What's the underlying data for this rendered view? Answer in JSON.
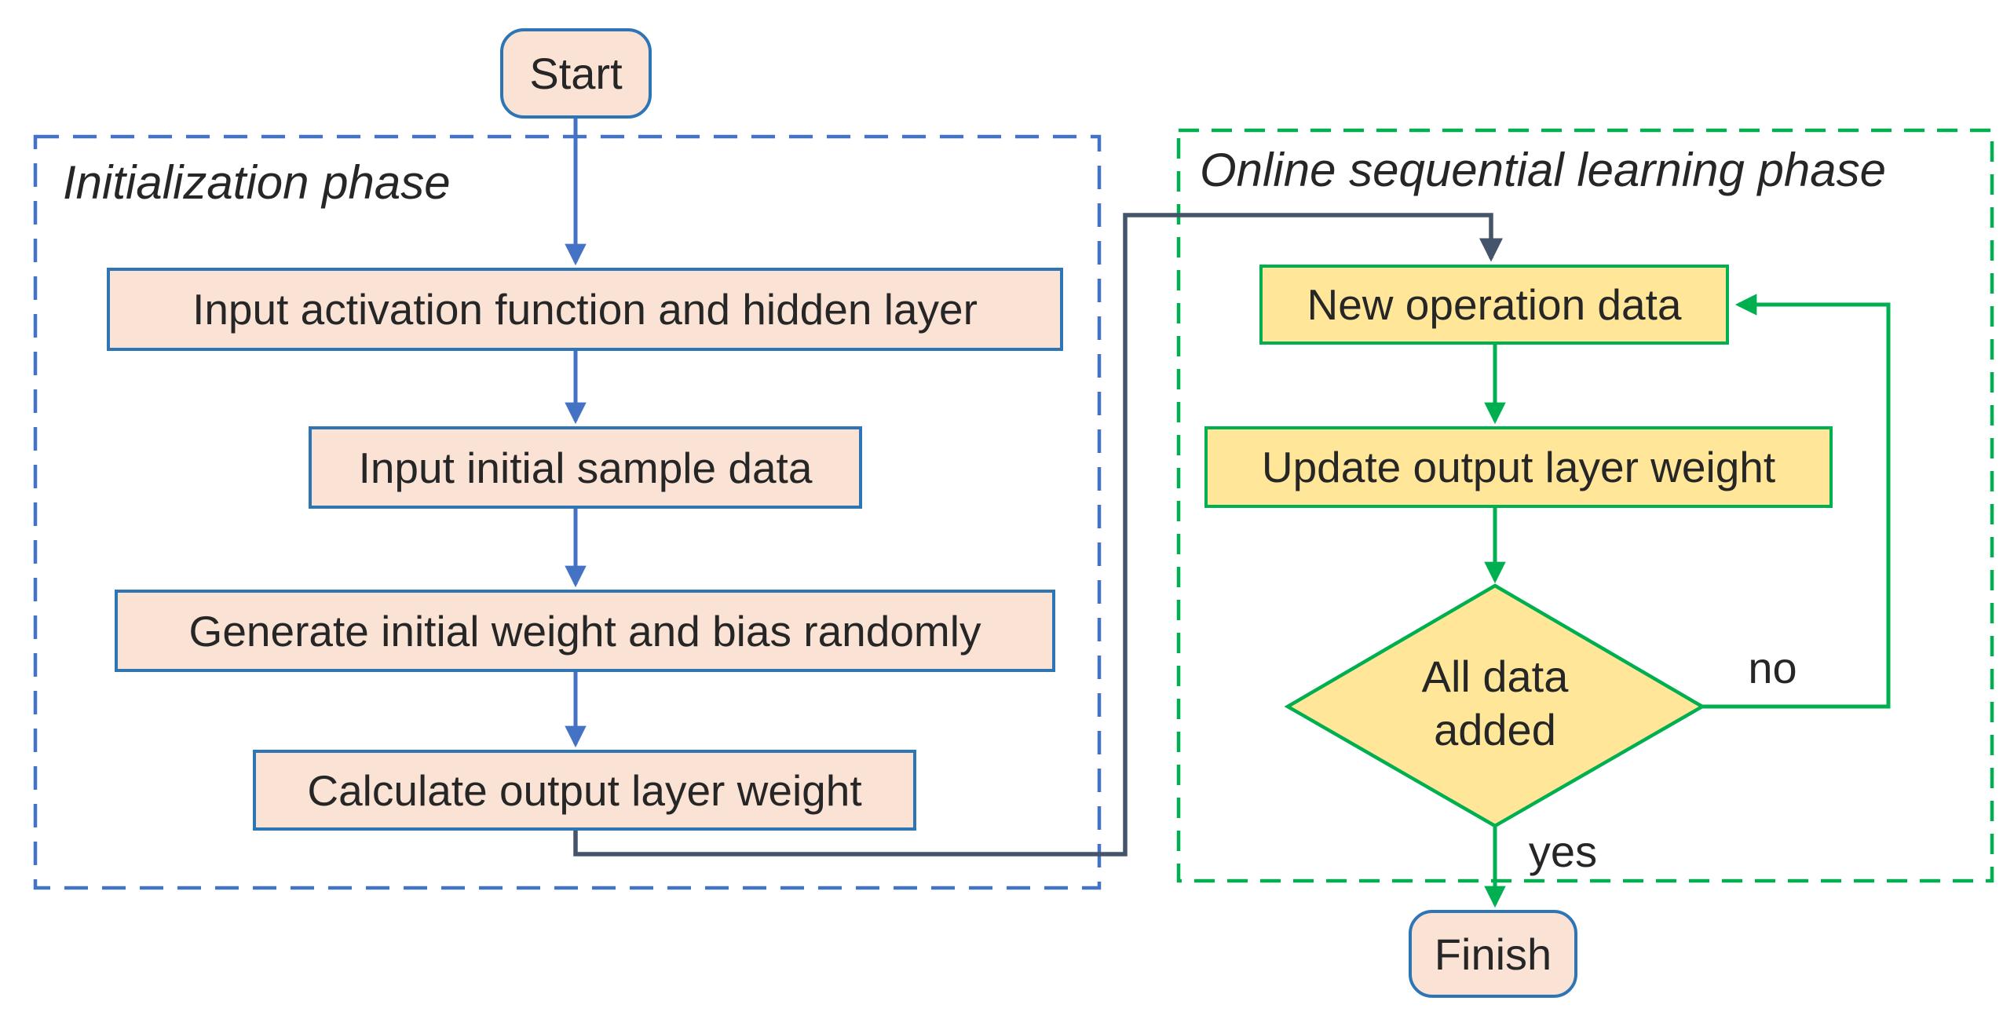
{
  "diagram": {
    "type": "flowchart",
    "colors": {
      "background": "#FFFFFF",
      "text_color": "#262626",
      "process_fill": "#FAE3D5",
      "process_border": "#2E75B6",
      "arrow_blue": "#4472C4",
      "online_fill": "#FFE699",
      "online_border": "#00B050",
      "connector_gray": "#44546A"
    },
    "phases": {
      "initialization": {
        "label": "Initialization phase"
      },
      "online": {
        "label": "Online sequential learning phase"
      }
    },
    "nodes": {
      "start": {
        "label": "Start",
        "shape": "rounded",
        "phase": "none"
      },
      "input_activation": {
        "label": "Input activation function and hidden layer",
        "shape": "rect",
        "phase": "initialization"
      },
      "input_sample": {
        "label": "Input initial sample data",
        "shape": "rect",
        "phase": "initialization"
      },
      "generate_weight": {
        "label": "Generate initial weight and bias randomly",
        "shape": "rect",
        "phase": "initialization"
      },
      "calculate_weight": {
        "label": "Calculate output layer weight",
        "shape": "rect",
        "phase": "initialization"
      },
      "new_data": {
        "label": "New operation data",
        "shape": "rect",
        "phase": "online"
      },
      "update_weight": {
        "label": "Update output layer weight",
        "shape": "rect",
        "phase": "online"
      },
      "decision": {
        "line1": "All data",
        "line2": "added",
        "shape": "diamond",
        "phase": "online"
      },
      "finish": {
        "label": "Finish",
        "shape": "rounded",
        "phase": "none"
      }
    },
    "edge_labels": {
      "no": "no",
      "yes": "yes"
    }
  }
}
